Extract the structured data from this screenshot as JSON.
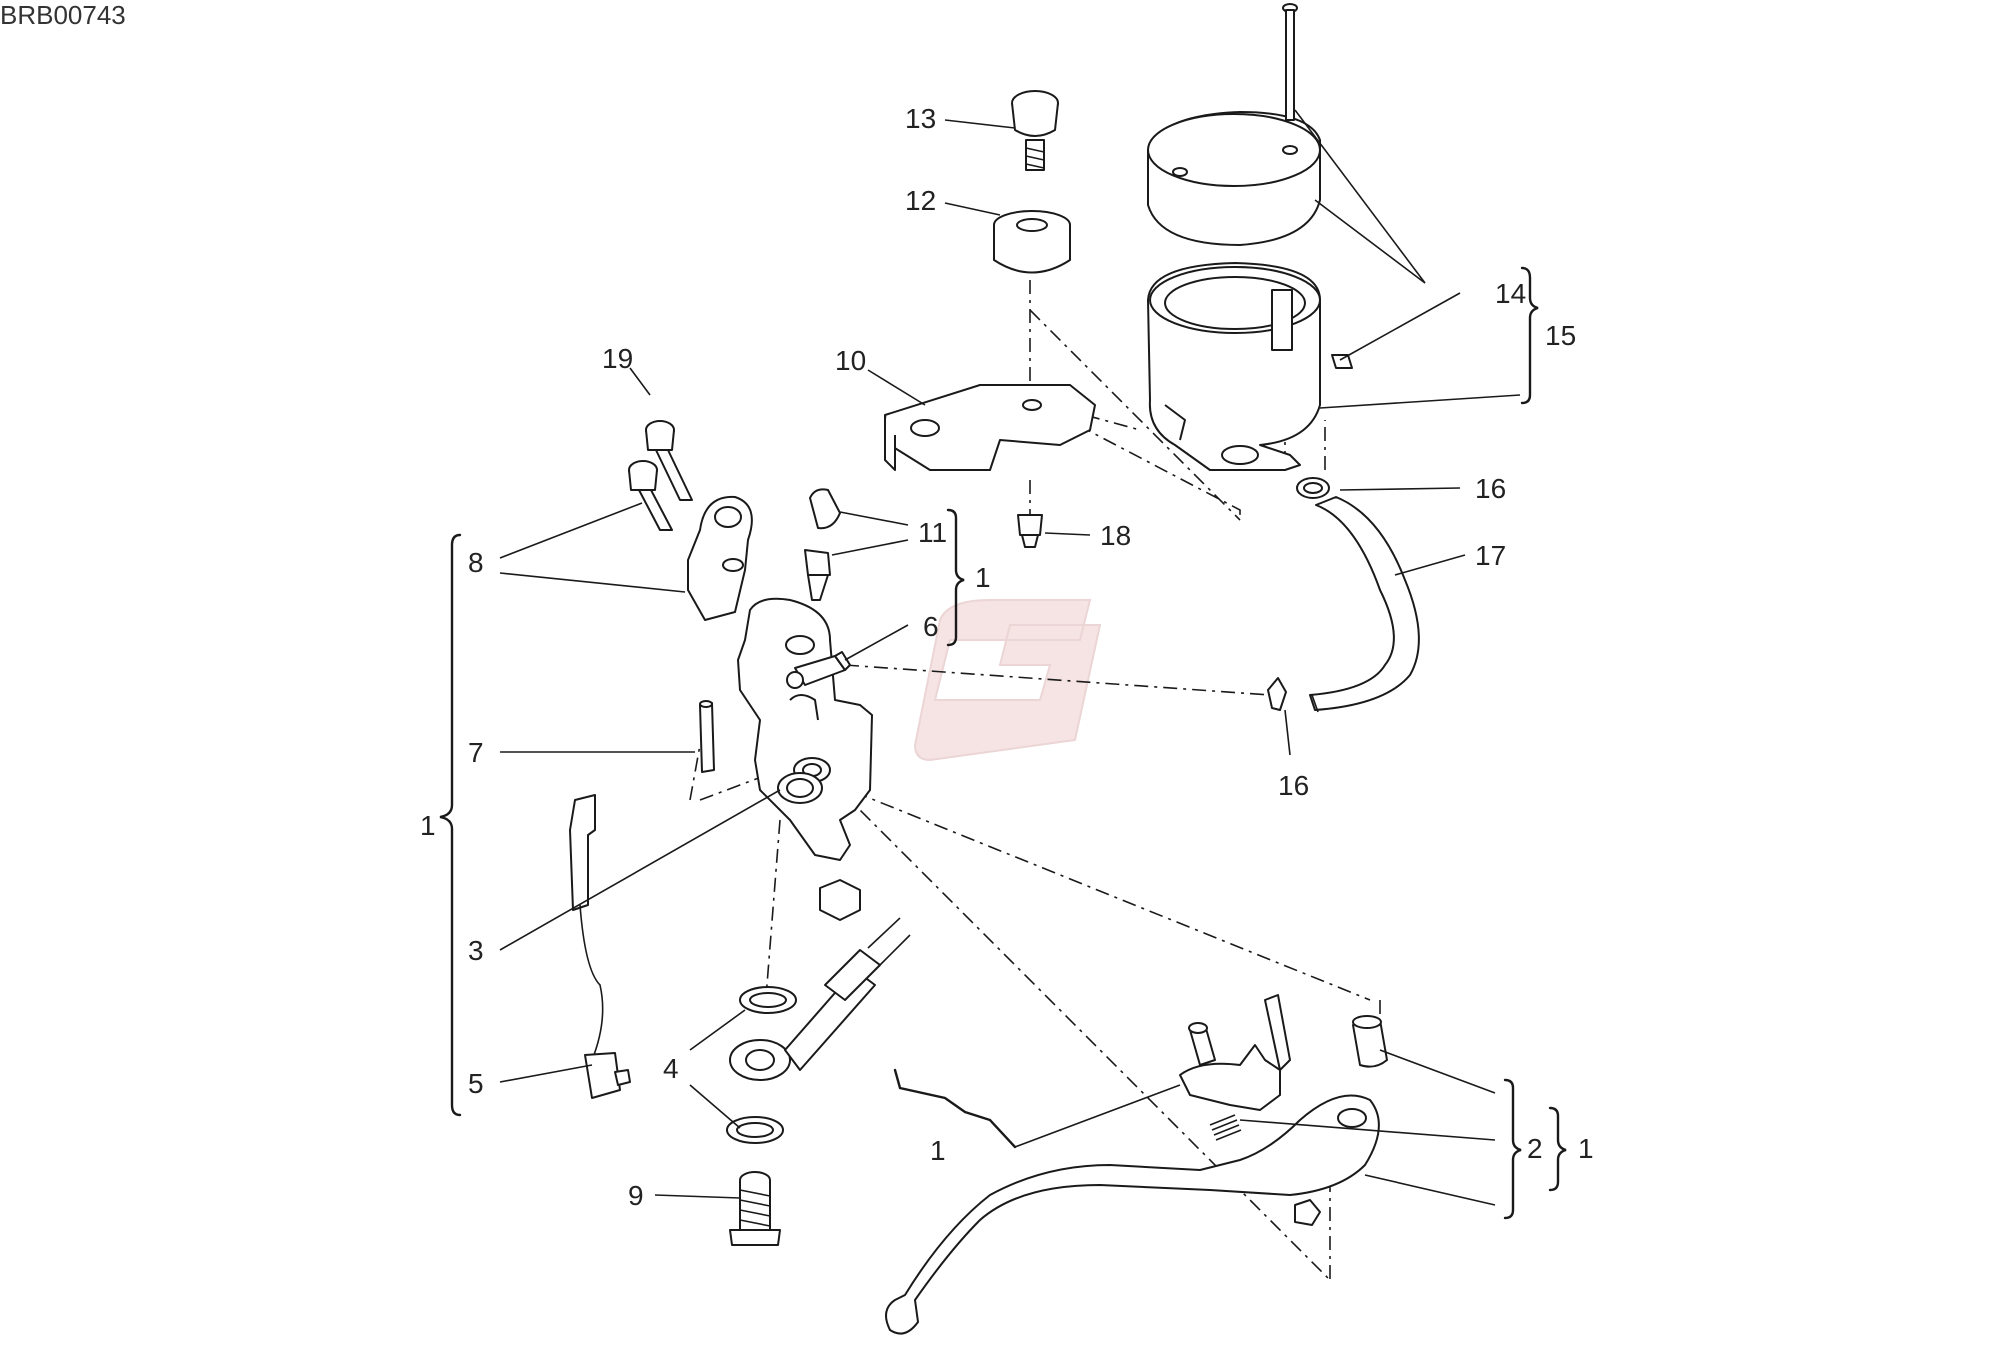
{
  "diagram_code": "BRB00743",
  "callouts": {
    "c19": "19",
    "c8": "8",
    "c11": "11",
    "c1_group_top": "1",
    "c6": "6",
    "c7": "7",
    "c1_main": "1",
    "c3": "3",
    "c5": "5",
    "c4": "4",
    "c9": "9",
    "c1_lever": "1",
    "c10": "10",
    "c13": "13",
    "c12": "12",
    "c18": "18",
    "c14": "14",
    "c15": "15",
    "c16_top": "16",
    "c17": "17",
    "c16_bottom": "16",
    "c2": "2",
    "c1_right": "1"
  },
  "colors": {
    "line": "#1a1a1a",
    "watermark": "#e8b0b0"
  },
  "watermark_icon": "g-logo-watermark"
}
